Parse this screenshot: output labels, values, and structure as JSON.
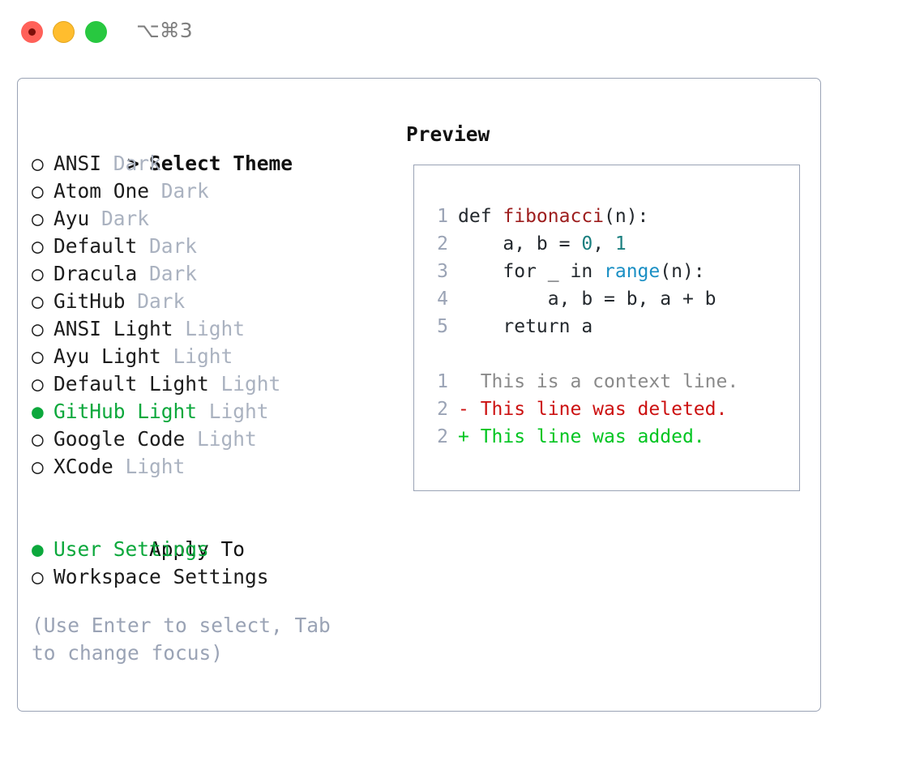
{
  "titlebar": {
    "shortcut": "⌥⌘3",
    "buttons": {
      "close": "close",
      "minimize": "minimize",
      "maximize": "maximize"
    }
  },
  "theme_picker": {
    "heading": "Select Theme",
    "heading_prefix": "> ",
    "marker_selected": "●",
    "marker_unselected": "○",
    "items": [
      {
        "name": "ANSI",
        "tag": "Dark",
        "selected": false
      },
      {
        "name": "Atom One",
        "tag": "Dark",
        "selected": false
      },
      {
        "name": "Ayu",
        "tag": "Dark",
        "selected": false
      },
      {
        "name": "Default",
        "tag": "Dark",
        "selected": false
      },
      {
        "name": "Dracula",
        "tag": "Dark",
        "selected": false
      },
      {
        "name": "GitHub",
        "tag": "Dark",
        "selected": false
      },
      {
        "name": "ANSI Light",
        "tag": "Light",
        "selected": false
      },
      {
        "name": "Ayu Light",
        "tag": "Light",
        "selected": false
      },
      {
        "name": "Default Light",
        "tag": "Light",
        "selected": false
      },
      {
        "name": "GitHub Light",
        "tag": "Light",
        "selected": true
      },
      {
        "name": "Google Code",
        "tag": "Light",
        "selected": false
      },
      {
        "name": "XCode",
        "tag": "Light",
        "selected": false
      }
    ]
  },
  "apply_to": {
    "heading": "Apply To",
    "items": [
      {
        "label": "User Settings",
        "selected": true
      },
      {
        "label": "Workspace Settings",
        "selected": false
      }
    ]
  },
  "help_text": "(Use Enter to select, Tab to change focus)",
  "preview": {
    "title": "Preview",
    "code_lines": [
      {
        "num": "1",
        "segments": [
          {
            "text": "def ",
            "kind": "plain"
          },
          {
            "text": "fibonacci",
            "kind": "fn"
          },
          {
            "text": "(n):",
            "kind": "plain"
          }
        ]
      },
      {
        "num": "2",
        "segments": [
          {
            "text": "    a, b = ",
            "kind": "plain"
          },
          {
            "text": "0",
            "kind": "num"
          },
          {
            "text": ", ",
            "kind": "plain"
          },
          {
            "text": "1",
            "kind": "num"
          }
        ]
      },
      {
        "num": "3",
        "segments": [
          {
            "text": "    for _ in ",
            "kind": "plain"
          },
          {
            "text": "range",
            "kind": "builtin"
          },
          {
            "text": "(n):",
            "kind": "plain"
          }
        ]
      },
      {
        "num": "4",
        "segments": [
          {
            "text": "        a, b = b, a + b",
            "kind": "plain"
          }
        ]
      },
      {
        "num": "5",
        "segments": [
          {
            "text": "    return a",
            "kind": "plain"
          }
        ]
      }
    ],
    "diff_lines": [
      {
        "num": "1",
        "marker": "  ",
        "text": "This is a context line.",
        "kind": "context"
      },
      {
        "num": "2",
        "marker": "- ",
        "text": "This line was deleted.",
        "kind": "deleted"
      },
      {
        "num": "2",
        "marker": "+ ",
        "text": "This line was added.",
        "kind": "added"
      }
    ]
  },
  "colors": {
    "selection_green": "#0ca83c",
    "tag_gray": "#aab2c0",
    "border": "#9aa3b5",
    "diff_added": "#00c521",
    "diff_deleted": "#cc1111",
    "token_function": "#9d1d1d",
    "token_number": "#1a7f7f",
    "token_builtin": "#1a8fc4"
  }
}
